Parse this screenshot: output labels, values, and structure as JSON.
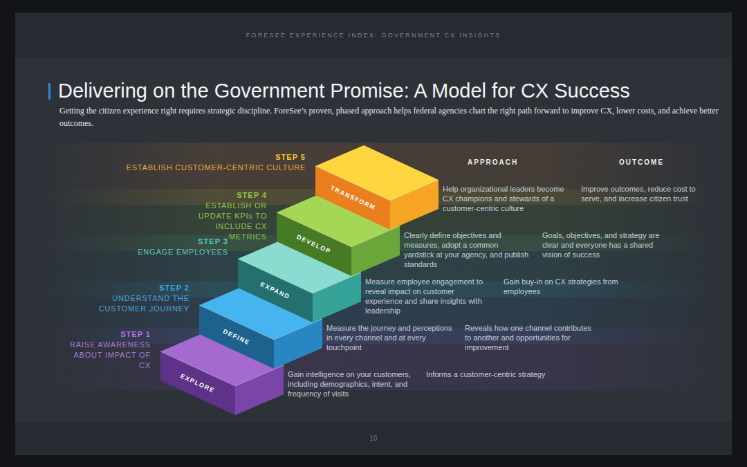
{
  "diagram": {
    "title": "Delivering on the Government Promise: A Model for CX Success",
    "caption": "Getting the citizen experience right requires strategic discipline. ForeSee’s proven, phased approach helps federal agencies chart the right path forward to improve CX, lower costs, and achieve better outcomes.",
    "nodes": [
      {
        "text": [
          "EXPLORE"
        ]
      },
      {
        "text": [
          "DEFINE"
        ]
      },
      {
        "text": [
          "EXPAND"
        ]
      },
      {
        "text": [
          "DEVELOP"
        ]
      },
      {
        "text": [
          "TRANSFORM"
        ]
      }
    ],
    "labels": [
      "FORESEE EXPERIENCE INDEX: GOVERNMENT CX INSIGHTS",
      "APPROACH",
      "OUTCOME",
      "STEP 1",
      "RAISE AWARENESS ABOUT IMPACT OF CX",
      "Gain intelligence on your customers, including demographics, intent, and frequency of visits",
      "Informs a customer-centric strategy",
      "STEP 2",
      "UNDERSTAND THE CUSTOMER JOURNEY",
      "Measure the journey and perceptions in every channel and at every touchpoint",
      "Reveals how one channel contributes to another and opportunities for improvement",
      "STEP 3",
      "ENGAGE EMPLOYEES",
      "Measure employee engagement to reveal impact on customer experience and share insights with leadership",
      "Gain buy-in on CX strategies from employees",
      "STEP 4",
      "ESTABLISH OR UPDATE KPIs TO INCLUDE CX METRICS",
      "Clearly define objectives and measures, adopt a common yardstick at your agency, and publish standards",
      "Goals, objectives, and strategy are clear and everyone has a shared vision of success",
      "STEP 5",
      "ESTABLISH CUSTOMER-CENTRIC CULTURE",
      "Help organizational leaders become CX champions and stewards of a customer-centric culture",
      "Improve outcomes, reduce cost to serve, and increase citizen trust",
      "10"
    ]
  }
}
